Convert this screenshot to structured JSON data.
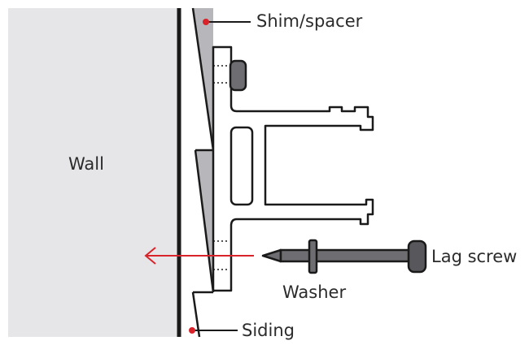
{
  "labels": {
    "wall": "Wall",
    "shim": "Shim/spacer",
    "lag_screw": "Lag screw",
    "washer": "Washer",
    "siding": "Siding"
  },
  "colors": {
    "wall_fill": "#e6e6e8",
    "shim_fill": "#b7b7bb",
    "screw_fill": "#6e6e72",
    "screw_head": "#58585c",
    "outline": "#1a1a1a",
    "callout": "#d8232a",
    "text": "#2b2b2b"
  }
}
